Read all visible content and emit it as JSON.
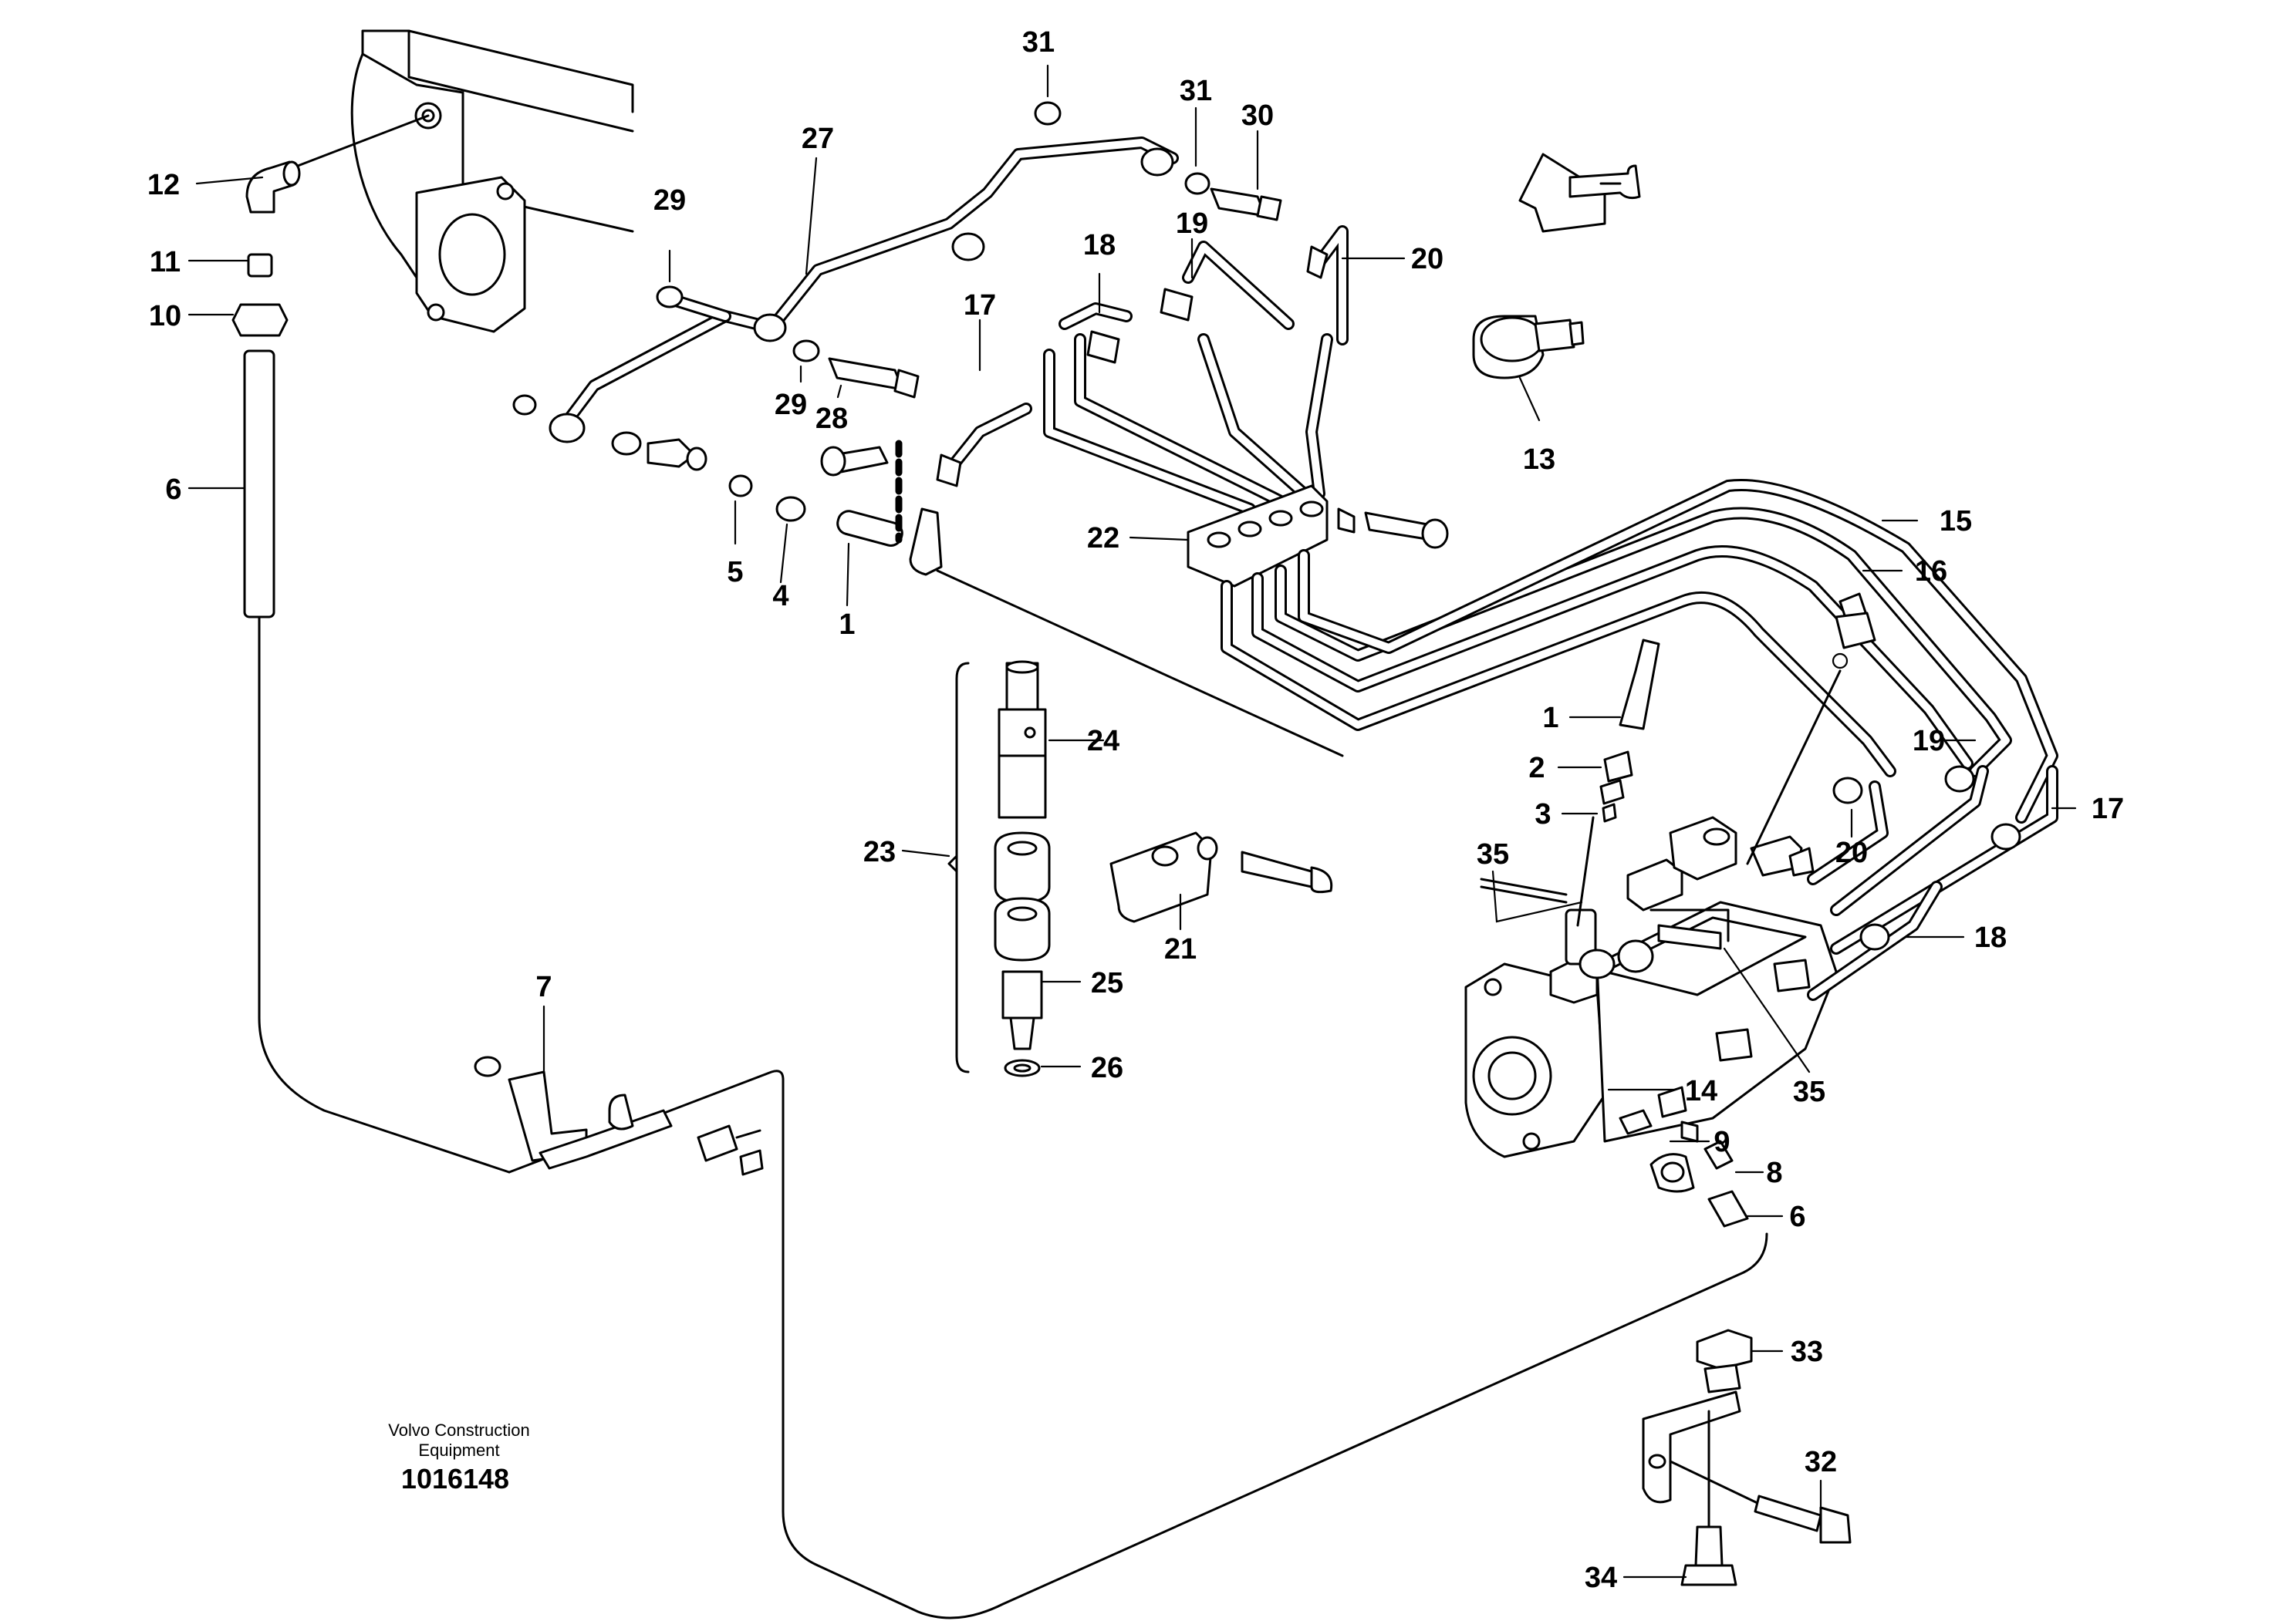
{
  "callouts": [
    {
      "key": "c31a",
      "label": "31"
    },
    {
      "key": "c31b",
      "label": "31"
    },
    {
      "key": "c30",
      "label": "30"
    },
    {
      "key": "c27",
      "label": "27"
    },
    {
      "key": "c12",
      "label": "12"
    },
    {
      "key": "c29a",
      "label": "29"
    },
    {
      "key": "c18a",
      "label": "18"
    },
    {
      "key": "c19a",
      "label": "19"
    },
    {
      "key": "c20a",
      "label": "20"
    },
    {
      "key": "c11",
      "label": "11"
    },
    {
      "key": "c17a",
      "label": "17"
    },
    {
      "key": "c10",
      "label": "10"
    },
    {
      "key": "c29b",
      "label": "29"
    },
    {
      "key": "c28",
      "label": "28"
    },
    {
      "key": "c13",
      "label": "13"
    },
    {
      "key": "c6a",
      "label": "6"
    },
    {
      "key": "c22",
      "label": "22"
    },
    {
      "key": "c15",
      "label": "15"
    },
    {
      "key": "c5",
      "label": "5"
    },
    {
      "key": "c4",
      "label": "4"
    },
    {
      "key": "c16",
      "label": "16"
    },
    {
      "key": "c1a",
      "label": "1"
    },
    {
      "key": "c1b",
      "label": "1"
    },
    {
      "key": "c24",
      "label": "24"
    },
    {
      "key": "c2",
      "label": "2"
    },
    {
      "key": "c19b",
      "label": "19"
    },
    {
      "key": "c3",
      "label": "3"
    },
    {
      "key": "c17b",
      "label": "17"
    },
    {
      "key": "c23",
      "label": "23"
    },
    {
      "key": "c20b",
      "label": "20"
    },
    {
      "key": "c35a",
      "label": "35"
    },
    {
      "key": "c21",
      "label": "21"
    },
    {
      "key": "c18b",
      "label": "18"
    },
    {
      "key": "c7",
      "label": "7"
    },
    {
      "key": "c25",
      "label": "25"
    },
    {
      "key": "c26",
      "label": "26"
    },
    {
      "key": "c14",
      "label": "14"
    },
    {
      "key": "c35b",
      "label": "35"
    },
    {
      "key": "c9",
      "label": "9"
    },
    {
      "key": "c8",
      "label": "8"
    },
    {
      "key": "c6b",
      "label": "6"
    },
    {
      "key": "c33",
      "label": "33"
    },
    {
      "key": "c32",
      "label": "32"
    },
    {
      "key": "c34",
      "label": "34"
    }
  ],
  "footer": {
    "company_line1": "Volvo Construction",
    "company_line2": "Equipment",
    "drawing_number": "1016148"
  }
}
